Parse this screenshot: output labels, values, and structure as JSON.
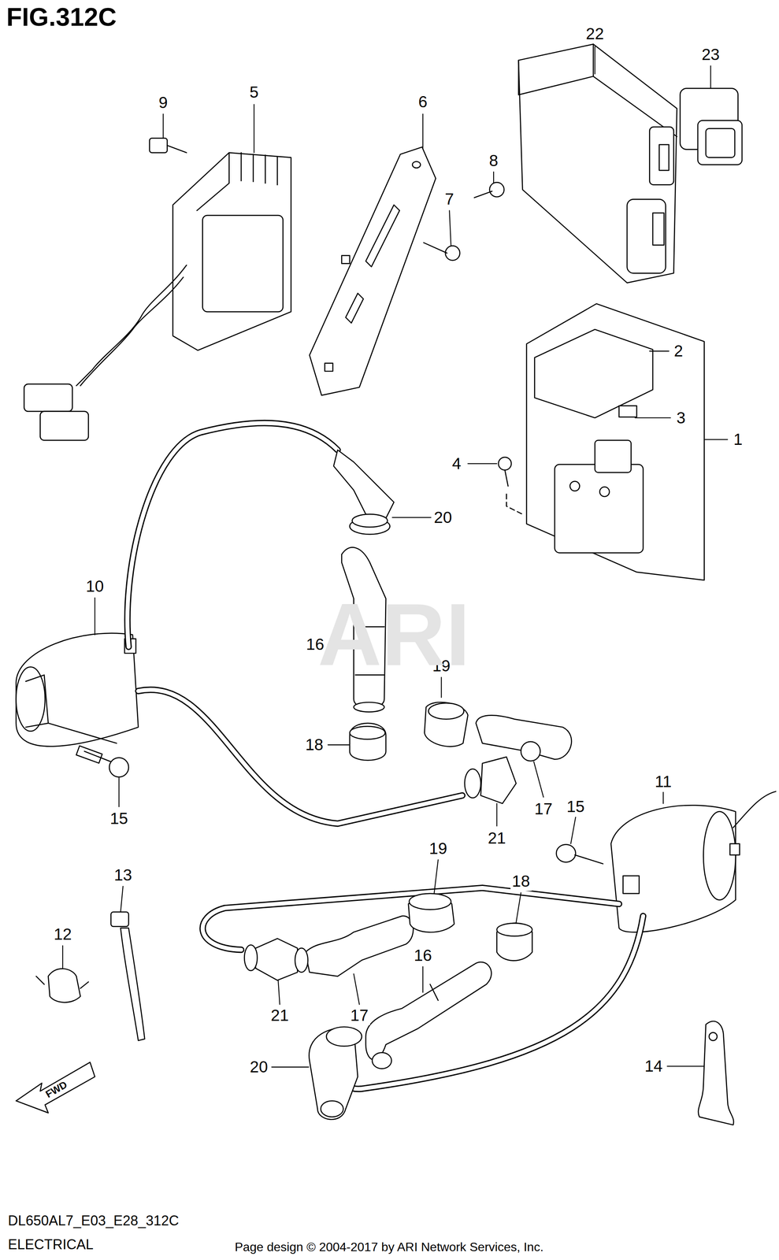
{
  "diagram": {
    "title": "FIG.312C",
    "labels": [
      "22",
      "23",
      "9",
      "5",
      "6",
      "8",
      "7",
      "2",
      "3",
      "1",
      "4",
      "20",
      "10",
      "16",
      "19",
      "18",
      "17",
      "15",
      "21",
      "11",
      "15",
      "13",
      "19",
      "18",
      "12",
      "16",
      "21",
      "17",
      "20",
      "14",
      "FWD",
      "ARI",
      "DL650AL7_E03_E28_312C",
      "ELECTRICAL",
      "Page design © 2004-2017 by ARI Network Services, Inc."
    ]
  }
}
